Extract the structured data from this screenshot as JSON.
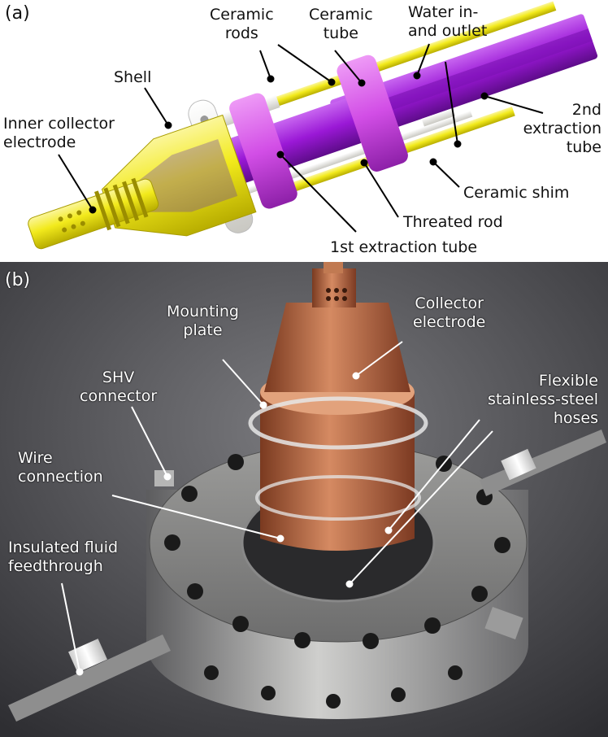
{
  "panel_a": {
    "tag": "(a)",
    "labels": {
      "ceramic_rods": [
        "Ceramic",
        "rods"
      ],
      "ceramic_tube": [
        "Ceramic",
        "tube"
      ],
      "water": [
        "Water in-",
        "and outlet"
      ],
      "shell": [
        "Shell"
      ],
      "inner_collector": [
        "Inner collector",
        "electrode"
      ],
      "second_extraction": [
        "2nd",
        "extraction",
        "tube"
      ],
      "ceramic_shim": [
        "Ceramic shim"
      ],
      "threated_rod": [
        "Threated rod"
      ],
      "first_extraction": [
        "1st extraction tube"
      ]
    }
  },
  "panel_b": {
    "tag": "(b)",
    "labels": {
      "mounting_plate": [
        "Mounting",
        "plate"
      ],
      "collector_electrode": [
        "Collector",
        "electrode"
      ],
      "shv_connector": [
        "SHV",
        "connector"
      ],
      "flexible_hoses": [
        "Flexible",
        "stainless-steel",
        "hoses"
      ],
      "wire_connection": [
        "Wire",
        "connection"
      ],
      "insulated_feedthrough": [
        "Insulated fluid",
        "feedthrough"
      ]
    }
  },
  "colors": {
    "yellow": "#f2ea1c",
    "magenta": "#9a18d6",
    "pink": "#d24ee6",
    "ceramic": "#ecebe5",
    "copper": "#b9643f",
    "steel": "#a8a8a6"
  }
}
